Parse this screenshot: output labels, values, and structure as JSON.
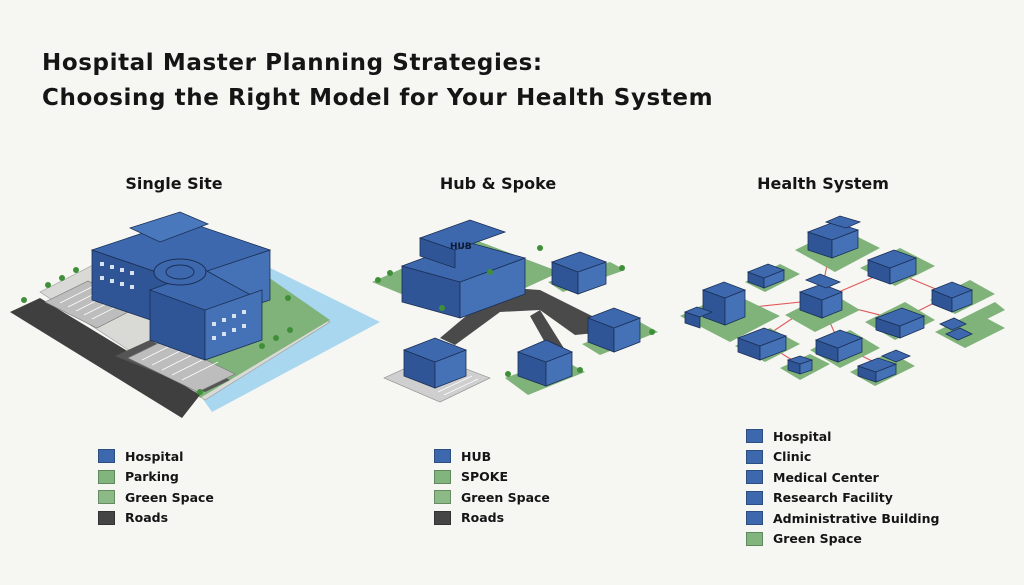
{
  "title": {
    "line1": "Hospital Master Planning Strategies:",
    "line2": "Choosing the Right Model for Your Health System"
  },
  "colors": {
    "hospital": "#3d68ad",
    "parking": "#82b47e",
    "green": "#7fb37a",
    "roads": "#454545",
    "water": "#a9d7ef",
    "network_line": "#e05a5a"
  },
  "panels": {
    "single_site": {
      "title": "Single Site",
      "legend": [
        {
          "label": "Hospital",
          "color": "#3d68ad"
        },
        {
          "label": "Parking",
          "color": "#82b47e"
        },
        {
          "label": "Green Space",
          "color": "#8cba86"
        },
        {
          "label": "Roads",
          "color": "#454545"
        }
      ]
    },
    "hub_spoke": {
      "title": "Hub & Spoke",
      "hub_label": "HUB",
      "legend": [
        {
          "label": "HUB",
          "color": "#3d68ad"
        },
        {
          "label": "SPOKE",
          "color": "#82b47e"
        },
        {
          "label": "Green Space",
          "color": "#8cba86"
        },
        {
          "label": "Roads",
          "color": "#454545"
        }
      ]
    },
    "health_system": {
      "title": "Health System",
      "legend": [
        {
          "label": "Hospital",
          "color": "#3d68ad"
        },
        {
          "label": "Clinic",
          "color": "#3d68ad"
        },
        {
          "label": "Medical Center",
          "color": "#3d68ad"
        },
        {
          "label": "Research Facility",
          "color": "#3d68ad"
        },
        {
          "label": "Administrative Building",
          "color": "#3d68ad"
        },
        {
          "label": "Green Space",
          "color": "#82b47e"
        }
      ]
    }
  }
}
